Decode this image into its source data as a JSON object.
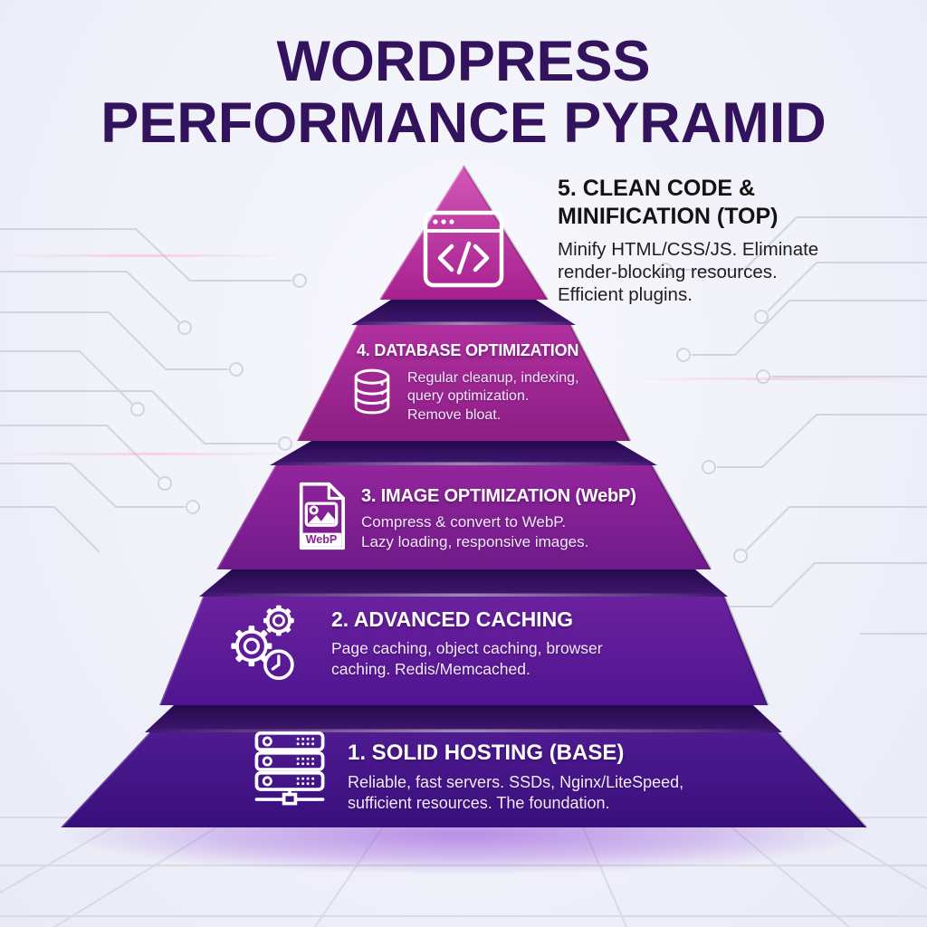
{
  "title": {
    "line1": "WORDPRESS",
    "line2": "PERFORMANCE PYRAMID"
  },
  "tiers": [
    {
      "level": 5,
      "heading_line1": "5. CLEAN CODE &",
      "heading_line2": "MINIFICATION (TOP)",
      "body": "Minify HTML/CSS/JS. Eliminate\nrender-blocking resources.\nEfficient plugins.",
      "icon": "code-window-icon",
      "face_color": "#bb2f9e"
    },
    {
      "level": 4,
      "heading": "4. DATABASE OPTIMIZATION",
      "body": "Regular cleanup, indexing,\nquery optimization.\nRemove bloat.",
      "icon": "database-icon",
      "face_color": "#9a2589"
    },
    {
      "level": 3,
      "heading": "3. IMAGE OPTIMIZATION (WebP)",
      "body": "Compress & convert to WebP.\nLazy loading, responsive images.",
      "icon": "webp-file-icon",
      "icon_label": "WebP",
      "face_color": "#7d2394"
    },
    {
      "level": 2,
      "heading": "2. ADVANCED CACHING",
      "body": "Page caching, object caching, browser\ncaching. Redis/Memcached.",
      "icon": "gears-clock-icon",
      "face_color": "#5e1b99"
    },
    {
      "level": 1,
      "heading": "1. SOLID HOSTING (BASE)",
      "body": "Reliable, fast servers. SSDs, Nginx/LiteSpeed,\nsufficient resources. The foundation.",
      "icon": "server-rack-icon",
      "face_color": "#45188a"
    }
  ],
  "colors": {
    "title_text": "#33125e",
    "background": "#f0f1f9",
    "circuit_line": "#d2d3e2",
    "tier_top_surface": "#2a0e58",
    "tier5_face": "#bb2f9e",
    "tier4_face": "#9a2589",
    "tier3_face": "#7d2394",
    "tier2_face": "#5e1b99",
    "tier1_face": "#45188a",
    "base_glow": "#8b3fd6",
    "tier_heading_text": "#ffffff",
    "outside_heading_text": "#131313"
  }
}
